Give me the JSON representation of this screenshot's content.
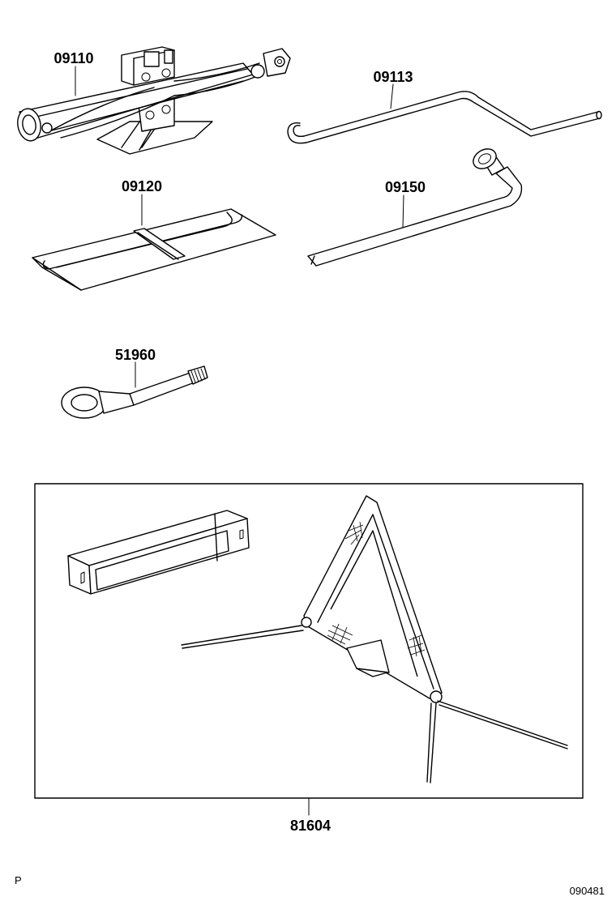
{
  "parts": [
    {
      "number": "09110",
      "depicts": "scissor-jack"
    },
    {
      "number": "09113",
      "depicts": "jack-handle"
    },
    {
      "number": "09120",
      "depicts": "tool-bag"
    },
    {
      "number": "09150",
      "depicts": "lug-wrench"
    },
    {
      "number": "51960",
      "depicts": "towing-eye"
    },
    {
      "number": "81604",
      "depicts": "warning-triangle-kit"
    }
  ],
  "footer": {
    "left_mark": "P",
    "drawing_number": "090481"
  },
  "colors": {
    "line": "#000000",
    "background": "#ffffff"
  }
}
